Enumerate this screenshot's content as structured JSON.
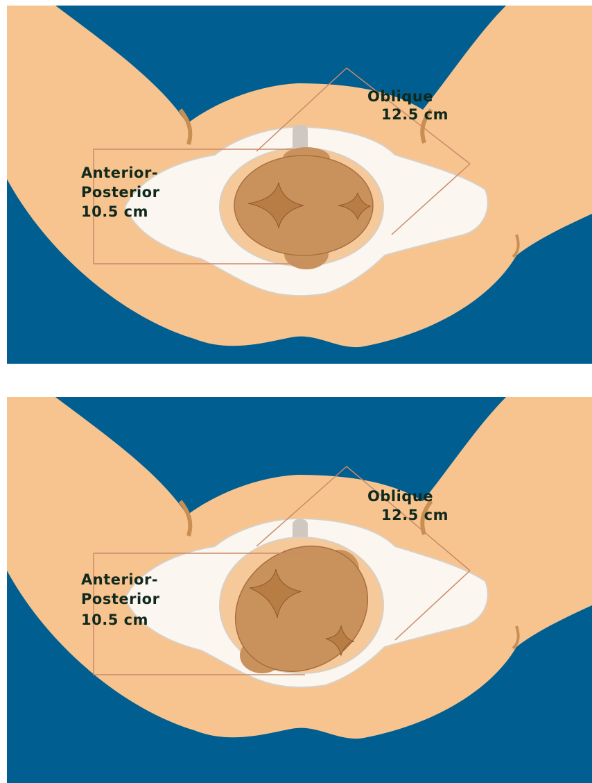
{
  "panels": [
    {
      "oblique_label": "Oblique",
      "oblique_value": "12.5 cm",
      "ap_label_line1": "Anterior-",
      "ap_label_line2": "Posterior",
      "ap_value": "10.5 cm",
      "head_orientation": "occiput-anterior"
    },
    {
      "oblique_label": "Oblique",
      "oblique_value": "12.5 cm",
      "ap_label_line1": "Anterior-",
      "ap_label_line2": "Posterior",
      "ap_value": "10.5 cm",
      "head_orientation": "oblique"
    }
  ],
  "colors": {
    "background": "#005e91",
    "skin": "#f7c48f",
    "skin_shadow": "#c98e52",
    "bone": "#fbf6ef",
    "bone_outline": "#d9cfc3",
    "pelvic_inlet": "#f5c99a",
    "fetal_head": "#c9925d",
    "fetal_head_dark": "#b87c45",
    "measure_line": "#c98a6a",
    "label_text": "#10291d"
  }
}
